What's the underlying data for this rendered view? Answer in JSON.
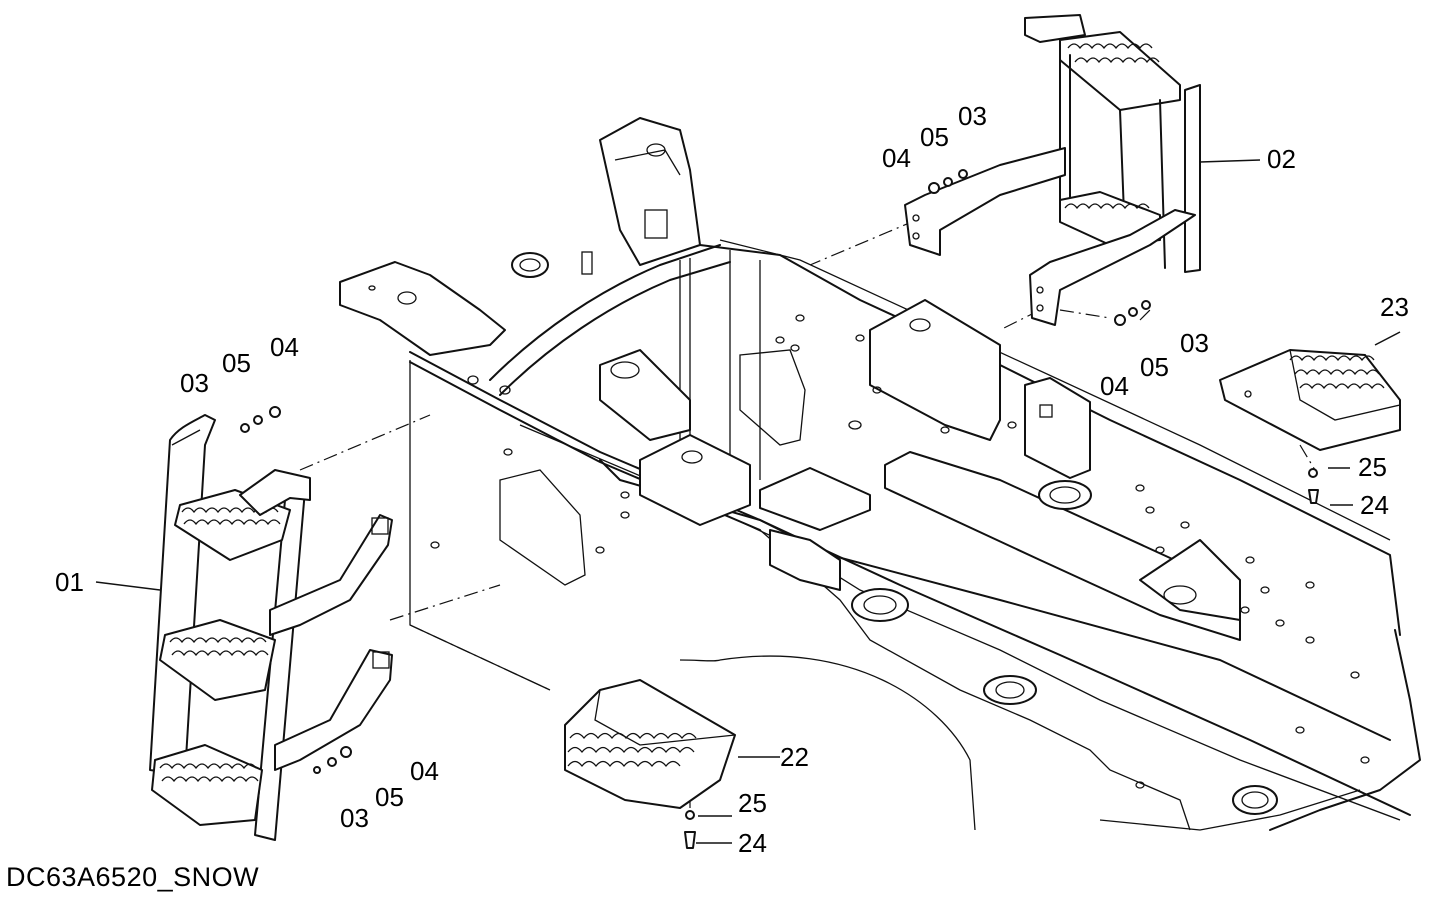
{
  "drawing_code": "DC63A6520_SNOW",
  "parts": [
    {
      "id": "01"
    },
    {
      "id": "02"
    },
    {
      "id": "22"
    },
    {
      "id": "23"
    },
    {
      "id": "24"
    },
    {
      "id": "25"
    },
    {
      "id": "03"
    },
    {
      "id": "04"
    },
    {
      "id": "05"
    }
  ],
  "callouts": {
    "ladder_left": {
      "part": "01",
      "bolt": "03",
      "washer_lock": "05",
      "washer": "04"
    },
    "ladder_left_lower": {
      "nut": "03",
      "washer_lock": "05",
      "washer": "04"
    },
    "ladder_right": {
      "part": "02",
      "washer": "04",
      "washer_lock": "05",
      "bolt": "03"
    },
    "ladder_right_lower": {
      "washer": "04",
      "washer_lock": "05",
      "bolt": "03"
    },
    "step_front": {
      "part": "22",
      "washer": "25",
      "bolt": "24"
    },
    "step_rear": {
      "part": "23",
      "washer": "25",
      "bolt": "24"
    }
  }
}
